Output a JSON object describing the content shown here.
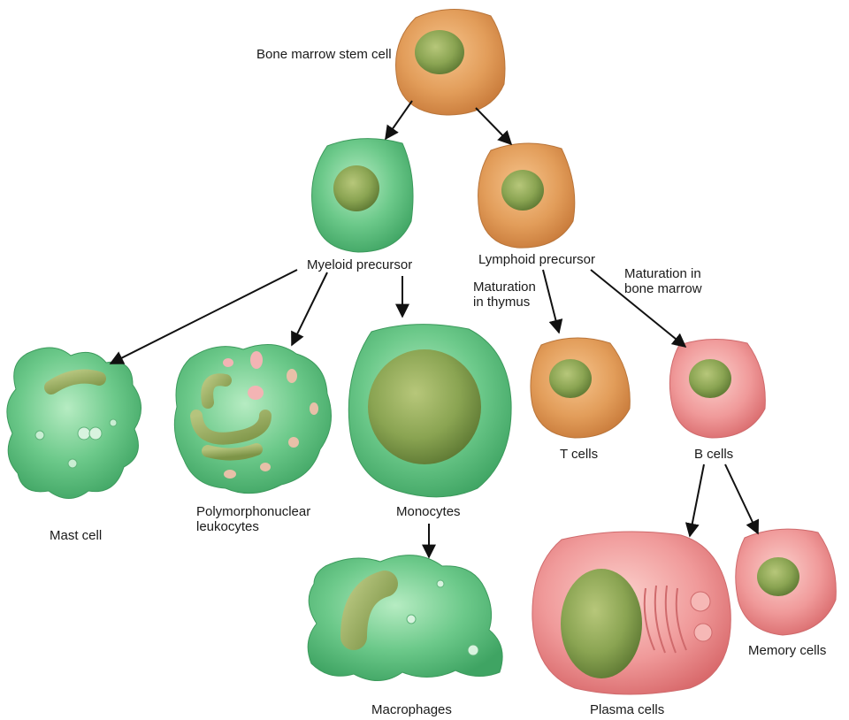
{
  "labels": {
    "stem": "Bone marrow stem cell",
    "myeloid": "Myeloid precursor",
    "lymphoid": "Lymphoid precursor",
    "mat_thymus_1": "Maturation",
    "mat_thymus_2": "in thymus",
    "mat_marrow_1": "Maturation in",
    "mat_marrow_2": "bone marrow",
    "mast": "Mast cell",
    "pmn_1": "Polymorphonuclear",
    "pmn_2": "leukocytes",
    "monocytes": "Monocytes",
    "tcells": "T cells",
    "bcells": "B cells",
    "macrophages": "Macrophages",
    "plasma": "Plasma cells",
    "memory": "Memory cells"
  },
  "colors": {
    "orange_cell": "#e0a060",
    "green_cell": "#6cc98a",
    "red_cell": "#f09a9a",
    "nucleus": "#8aa452",
    "arrow": "#111111"
  }
}
